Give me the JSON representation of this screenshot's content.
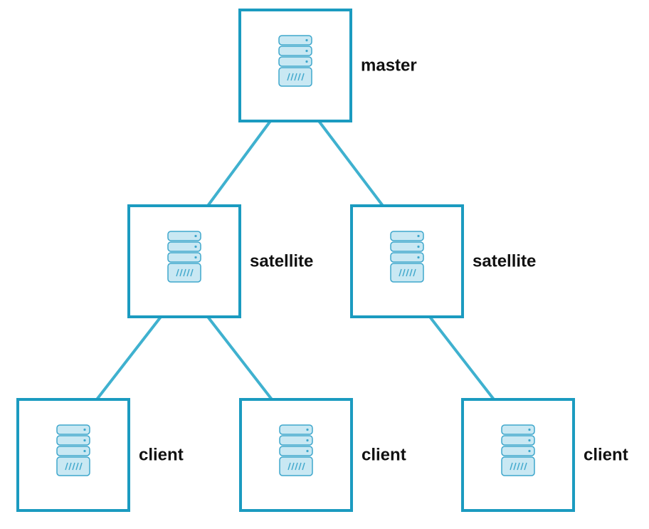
{
  "colors": {
    "box_stroke": "#1b9bc0",
    "edge_stroke": "#3fb1cf",
    "server_fill": "#c9e8f3",
    "server_stroke": "#3fa7cc",
    "label_color": "#111111",
    "background": "#ffffff"
  },
  "icon": "server-rack-icon",
  "nodes": [
    {
      "id": "master",
      "label": "master",
      "tier": "master"
    },
    {
      "id": "satellite-left",
      "label": "satellite",
      "tier": "satellite"
    },
    {
      "id": "satellite-right",
      "label": "satellite",
      "tier": "satellite"
    },
    {
      "id": "client-1",
      "label": "client",
      "tier": "client"
    },
    {
      "id": "client-2",
      "label": "client",
      "tier": "client"
    },
    {
      "id": "client-3",
      "label": "client",
      "tier": "client"
    }
  ],
  "edges": [
    {
      "from": "master",
      "to": "satellite-left"
    },
    {
      "from": "master",
      "to": "satellite-right"
    },
    {
      "from": "satellite-left",
      "to": "client-1"
    },
    {
      "from": "satellite-left",
      "to": "client-2"
    },
    {
      "from": "satellite-right",
      "to": "client-3"
    }
  ]
}
